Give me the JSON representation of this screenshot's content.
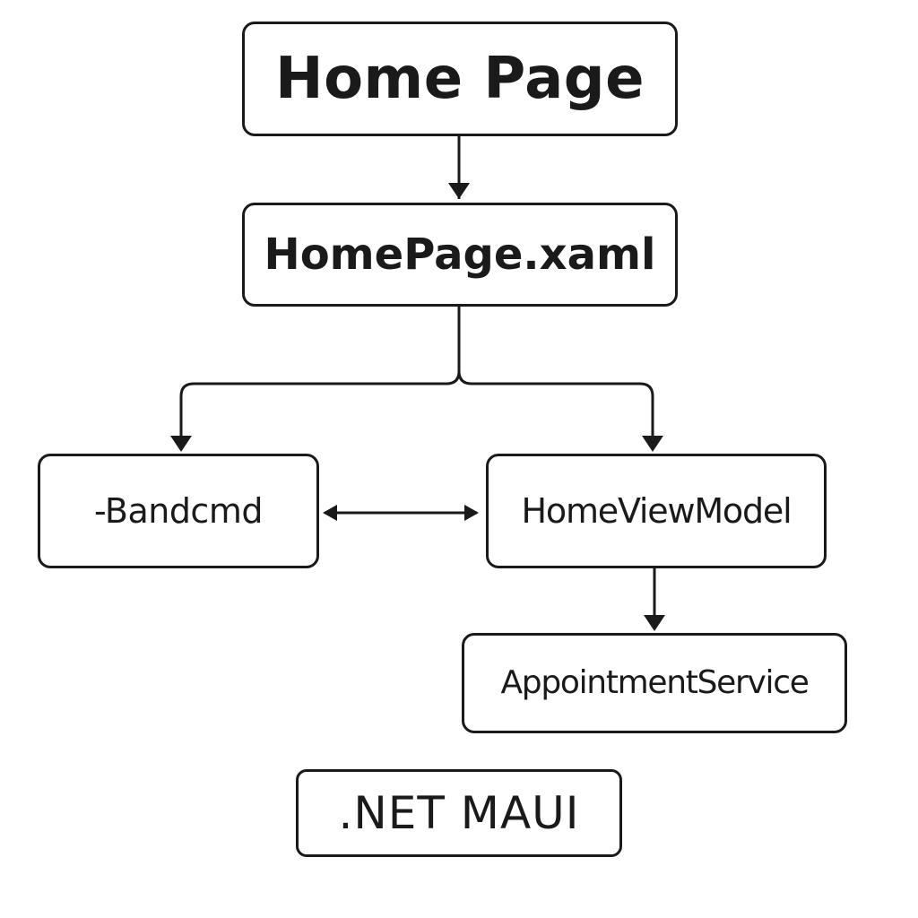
{
  "diagram": {
    "nodes": {
      "home_page": "Home Page",
      "homepage_xaml": "HomePage.xaml",
      "bandcmd": "-Bandcmd",
      "homeviewmodel": "HomeViewModel",
      "appointmentservice": "AppointmentService",
      "net_maui": ".NET MAUI"
    },
    "edges": [
      {
        "from": "Home Page",
        "to": "HomePage.xaml",
        "direction": "forward"
      },
      {
        "from": "HomePage.xaml",
        "to": "-Bandcmd",
        "direction": "forward"
      },
      {
        "from": "HomePage.xaml",
        "to": "HomeViewModel",
        "direction": "forward"
      },
      {
        "from": "-Bandcmd",
        "to": "HomeViewModel",
        "direction": "both"
      },
      {
        "from": "HomeViewModel",
        "to": "AppointmentService",
        "direction": "forward"
      }
    ],
    "colors": {
      "stroke": "#1a1a1a",
      "background": "#ffffff"
    }
  }
}
